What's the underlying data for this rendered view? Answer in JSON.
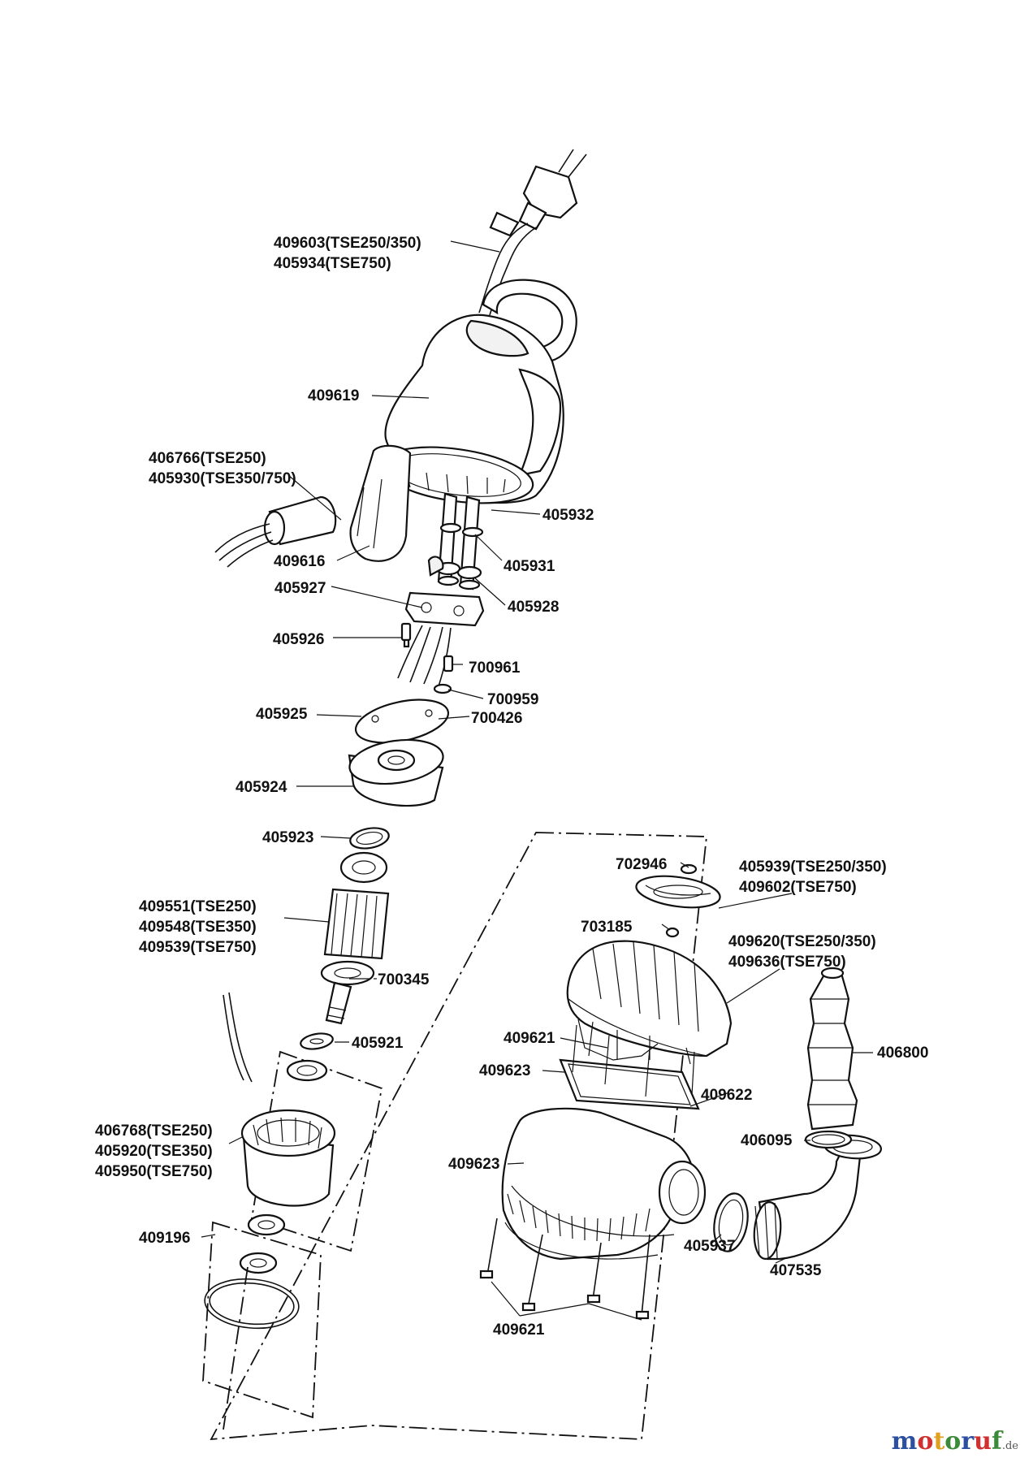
{
  "labels": {
    "p409603": "409603(TSE250/350)",
    "p405934": "405934(TSE750)",
    "p409619": "409619",
    "p406766": "406766(TSE250)",
    "p405930": "405930(TSE350/750)",
    "p405932": "405932",
    "p409616": "409616",
    "p405931": "405931",
    "p405927": "405927",
    "p405928": "405928",
    "p405926": "405926",
    "p700961": "700961",
    "p700959": "700959",
    "p405925": "405925",
    "p700426": "700426",
    "p405924": "405924",
    "p405923": "405923",
    "p702946": "702946",
    "p405939": "405939(TSE250/350)",
    "p409602": "409602(TSE750)",
    "p409551": "409551(TSE250)",
    "p409548": "409548(TSE350)",
    "p409539": "409539(TSE750)",
    "p703185": "703185",
    "p409620": "409620(TSE250/350)",
    "p409636": "409636(TSE750)",
    "p700345": "700345",
    "p405921": "405921",
    "p409621a": "409621",
    "p406800": "406800",
    "p409623a": "409623",
    "p409622": "409622",
    "p406768": "406768(TSE250)",
    "p405920": "405920(TSE350)",
    "p405950": "405950(TSE750)",
    "p406095": "406095",
    "p409623b": "409623",
    "p409196": "409196",
    "p405937": "405937",
    "p407535": "407535",
    "p409621b": "409621"
  },
  "watermark": {
    "letters": [
      "m",
      "o",
      "t",
      "o",
      "r",
      "u",
      "f"
    ],
    "domain": ".de",
    "colors": [
      "#2c4fa0",
      "#d13030",
      "#e0a020",
      "#3a8a3a",
      "#2c4fa0",
      "#d13030",
      "#3a8a3a"
    ]
  }
}
